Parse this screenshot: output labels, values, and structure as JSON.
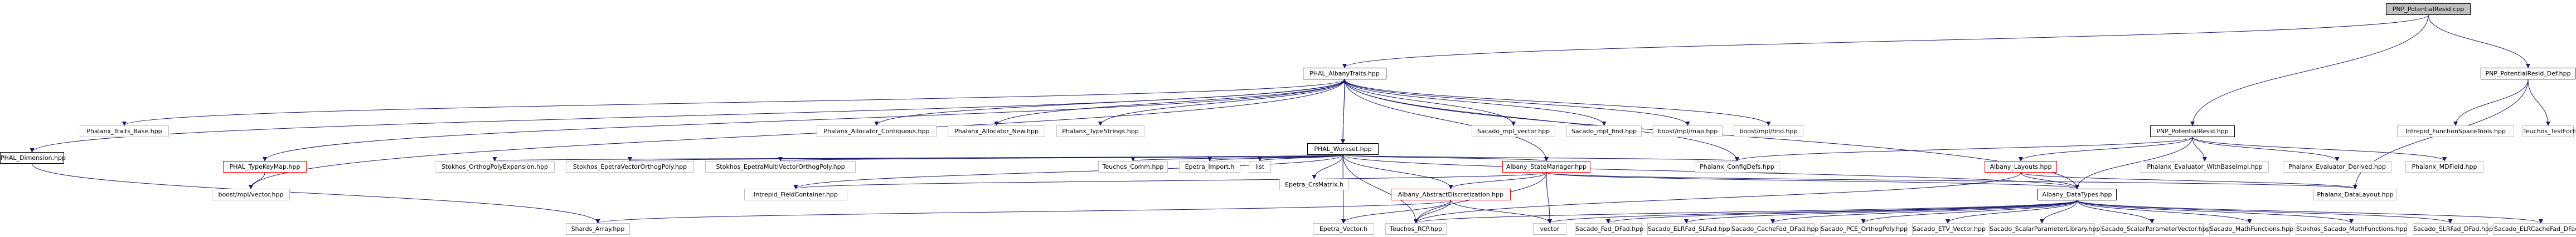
{
  "colors": {
    "edge": "#191970",
    "root_fill": "#bfbfbf",
    "border_documented": "#000000",
    "border_external": "#bfbfbf",
    "border_incomplete": "#ff0000"
  },
  "nodes": [
    {
      "id": "n_pnp_potentialresid_cpp",
      "label": "PNP_PotentialResid.cpp",
      "style": "root"
    },
    {
      "id": "n_phal_albanytraits",
      "label": "PHAL_AlbanyTraits.hpp",
      "style": "black"
    },
    {
      "id": "n_pnp_potentialresid_hpp",
      "label": "PNP_PotentialResid.hpp",
      "style": "black"
    },
    {
      "id": "n_pnp_potentialresid_def",
      "label": "PNP_PotentialResid_Def.hpp",
      "style": "black"
    },
    {
      "id": "n_phalanx_traits_base",
      "label": "Phalanx_Traits_Base.hpp",
      "style": "gray"
    },
    {
      "id": "n_phalanx_allocator_contiguous",
      "label": "Phalanx_Allocator_Contiguous.hpp",
      "style": "gray"
    },
    {
      "id": "n_phalanx_allocator_new",
      "label": "Phalanx_Allocator_New.hpp",
      "style": "gray"
    },
    {
      "id": "n_phalanx_typestrings",
      "label": "Phalanx_TypeStrings.hpp",
      "style": "gray"
    },
    {
      "id": "n_sacado_mpl_vector",
      "label": "Sacado_mpl_vector.hpp",
      "style": "gray"
    },
    {
      "id": "n_sacado_mpl_find",
      "label": "Sacado_mpl_find.hpp",
      "style": "gray"
    },
    {
      "id": "n_boost_mpl_map",
      "label": "boost/mpl/map.hpp",
      "style": "gray"
    },
    {
      "id": "n_boost_mpl_find",
      "label": "boost/mpl/find.hpp",
      "style": "gray"
    },
    {
      "id": "n_intrepid_functionspacetools",
      "label": "Intrepid_FunctionSpaceTools.hpp",
      "style": "gray"
    },
    {
      "id": "n_teuchos_testforexception",
      "label": "Teuchos_TestForException.hpp",
      "style": "gray"
    },
    {
      "id": "n_phal_workset",
      "label": "PHAL_Workset.hpp",
      "style": "black"
    },
    {
      "id": "n_phal_typekeymap",
      "label": "PHAL_TypeKeyMap.hpp",
      "style": "red"
    },
    {
      "id": "n_stokhos_orthopolyexpansion",
      "label": "Stokhos_OrthogPolyExpansion.hpp",
      "style": "gray"
    },
    {
      "id": "n_stokhos_epetravectororthogpoly",
      "label": "Stokhos_EpetraVectorOrthogPoly.hpp",
      "style": "gray"
    },
    {
      "id": "n_stokhos_epetramultivectororthogpoly",
      "label": "Stokhos_EpetraMultiVectorOrthogPoly.hpp",
      "style": "gray"
    },
    {
      "id": "n_teuchos_comm",
      "label": "Teuchos_Comm.hpp",
      "style": "gray"
    },
    {
      "id": "n_epetra_import",
      "label": "Epetra_Import.h",
      "style": "gray"
    },
    {
      "id": "n_list",
      "label": "list",
      "style": "gray"
    },
    {
      "id": "n_epetra_crsmatrix",
      "label": "Epetra_CrsMatrix.h",
      "style": "gray"
    },
    {
      "id": "n_albany_statemanager",
      "label": "Albany_StateManager.hpp",
      "style": "red"
    },
    {
      "id": "n_phalanx_configdefs",
      "label": "Phalanx_ConfigDefs.hpp",
      "style": "gray"
    },
    {
      "id": "n_albany_layouts",
      "label": "Albany_Layouts.hpp",
      "style": "red"
    },
    {
      "id": "n_phalanx_evaluator_withbaseimpl",
      "label": "Phalanx_Evaluator_WithBaseImpl.hpp",
      "style": "gray"
    },
    {
      "id": "n_phalanx_evaluator_derived",
      "label": "Phalanx_Evaluator_Derived.hpp",
      "style": "gray"
    },
    {
      "id": "n_phalanx_mdfield",
      "label": "Phalanx_MDField.hpp",
      "style": "gray"
    },
    {
      "id": "n_phal_dimension",
      "label": "PHAL_Dimension.hpp",
      "style": "black"
    },
    {
      "id": "n_boost_mpl_vector",
      "label": "boost/mpl/vector.hpp",
      "style": "gray"
    },
    {
      "id": "n_intrepid_fieldcontainer",
      "label": "Intrepid_FieldContainer.hpp",
      "style": "gray"
    },
    {
      "id": "n_albany_abstractdiscretization",
      "label": "Albany_AbstractDiscretization.hpp",
      "style": "red"
    },
    {
      "id": "n_albany_datatypes",
      "label": "Albany_DataTypes.hpp",
      "style": "black"
    },
    {
      "id": "n_phalanx_datalayout",
      "label": "Phalanx_DataLayout.hpp",
      "style": "gray"
    },
    {
      "id": "n_shards_array",
      "label": "Shards_Array.hpp",
      "style": "gray"
    },
    {
      "id": "n_epetra_vector",
      "label": "Epetra_Vector.h",
      "style": "gray"
    },
    {
      "id": "n_teuchos_rcp",
      "label": "Teuchos_RCP.hpp",
      "style": "gray"
    },
    {
      "id": "n_vector",
      "label": "vector",
      "style": "gray"
    },
    {
      "id": "n_sacado_fad_dfad",
      "label": "Sacado_Fad_DFad.hpp",
      "style": "gray"
    },
    {
      "id": "n_sacado_elrfad_slfad",
      "label": "Sacado_ELRFad_SLFad.hpp",
      "style": "gray"
    },
    {
      "id": "n_sacado_cachefad_dfad",
      "label": "Sacado_CacheFad_DFad.hpp",
      "style": "gray"
    },
    {
      "id": "n_sacado_pce_orthogpoly",
      "label": "Sacado_PCE_OrthogPoly.hpp",
      "style": "gray"
    },
    {
      "id": "n_sacado_etv_vector",
      "label": "Sacado_ETV_Vector.hpp",
      "style": "gray"
    },
    {
      "id": "n_sacado_scalarparameterlibrary",
      "label": "Sacado_ScalarParameterLibrary.hpp",
      "style": "gray"
    },
    {
      "id": "n_sacado_scalarparametervector",
      "label": "Sacado_ScalarParameterVector.hpp",
      "style": "gray"
    },
    {
      "id": "n_sacado_mathfunctions",
      "label": "Sacado_MathFunctions.hpp",
      "style": "gray"
    },
    {
      "id": "n_stokhos_sacado_mathfunctions",
      "label": "Stokhos_Sacado_MathFunctions.hpp",
      "style": "gray"
    },
    {
      "id": "n_sacado_slrfad_dfad",
      "label": "Sacado_SLRFad_DFad.hpp",
      "style": "gray"
    },
    {
      "id": "n_sacado_elrcachefad_dfad",
      "label": "Sacado_ELRCacheFad_DFad.hpp",
      "style": "gray"
    }
  ],
  "edges": [
    [
      "n_pnp_potentialresid_cpp",
      "n_phal_albanytraits"
    ],
    [
      "n_pnp_potentialresid_cpp",
      "n_pnp_potentialresid_hpp"
    ],
    [
      "n_pnp_potentialresid_cpp",
      "n_pnp_potentialresid_def"
    ],
    [
      "n_phal_albanytraits",
      "n_phalanx_traits_base"
    ],
    [
      "n_phal_albanytraits",
      "n_phalanx_allocator_contiguous"
    ],
    [
      "n_phal_albanytraits",
      "n_phalanx_allocator_new"
    ],
    [
      "n_phal_albanytraits",
      "n_phalanx_typestrings"
    ],
    [
      "n_phal_albanytraits",
      "n_sacado_mpl_vector"
    ],
    [
      "n_phal_albanytraits",
      "n_sacado_mpl_find"
    ],
    [
      "n_phal_albanytraits",
      "n_boost_mpl_map"
    ],
    [
      "n_phal_albanytraits",
      "n_boost_mpl_find"
    ],
    [
      "n_phal_albanytraits",
      "n_phal_workset"
    ],
    [
      "n_phal_albanytraits",
      "n_phal_typekeymap"
    ],
    [
      "n_phal_albanytraits",
      "n_phal_dimension"
    ],
    [
      "n_phal_albanytraits",
      "n_boost_mpl_vector"
    ],
    [
      "n_phal_albanytraits",
      "n_albany_datatypes"
    ],
    [
      "n_phal_albanytraits",
      "n_phalanx_configdefs"
    ],
    [
      "n_phal_albanytraits",
      "n_albany_statemanager"
    ],
    [
      "n_phal_workset",
      "n_phal_albanytraits"
    ],
    [
      "n_phal_workset",
      "n_stokhos_orthopolyexpansion"
    ],
    [
      "n_phal_workset",
      "n_stokhos_epetravectororthogpoly"
    ],
    [
      "n_phal_workset",
      "n_stokhos_epetramultivectororthogpoly"
    ],
    [
      "n_phal_workset",
      "n_teuchos_comm"
    ],
    [
      "n_phal_workset",
      "n_epetra_import"
    ],
    [
      "n_phal_workset",
      "n_list"
    ],
    [
      "n_phal_workset",
      "n_epetra_crsmatrix"
    ],
    [
      "n_phal_workset",
      "n_albany_statemanager"
    ],
    [
      "n_phal_workset",
      "n_albany_abstractdiscretization"
    ],
    [
      "n_phal_workset",
      "n_intrepid_fieldcontainer"
    ],
    [
      "n_phal_workset",
      "n_albany_datatypes"
    ],
    [
      "n_phal_workset",
      "n_teuchos_rcp"
    ],
    [
      "n_phal_workset",
      "n_epetra_vector"
    ],
    [
      "n_phal_workset",
      "n_phalanx_configdefs"
    ],
    [
      "n_phal_typekeymap",
      "n_boost_mpl_vector"
    ],
    [
      "n_phal_dimension",
      "n_shards_array"
    ],
    [
      "n_pnp_potentialresid_hpp",
      "n_phalanx_configdefs"
    ],
    [
      "n_pnp_potentialresid_hpp",
      "n_albany_layouts"
    ],
    [
      "n_pnp_potentialresid_hpp",
      "n_phalanx_evaluator_withbaseimpl"
    ],
    [
      "n_pnp_potentialresid_hpp",
      "n_phalanx_evaluator_derived"
    ],
    [
      "n_pnp_potentialresid_hpp",
      "n_phalanx_mdfield"
    ],
    [
      "n_pnp_potentialresid_hpp",
      "n_albany_datatypes"
    ],
    [
      "n_pnp_potentialresid_def",
      "n_intrepid_functionspacetools"
    ],
    [
      "n_pnp_potentialresid_def",
      "n_teuchos_testforexception"
    ],
    [
      "n_pnp_potentialresid_def",
      "n_phalanx_datalayout"
    ],
    [
      "n_albany_layouts",
      "n_albany_datatypes"
    ],
    [
      "n_albany_layouts",
      "n_phalanx_datalayout"
    ],
    [
      "n_albany_layouts",
      "n_teuchos_rcp"
    ],
    [
      "n_albany_statemanager",
      "n_intrepid_fieldcontainer"
    ],
    [
      "n_albany_statemanager",
      "n_albany_abstractdiscretization"
    ],
    [
      "n_albany_statemanager",
      "n_albany_datatypes"
    ],
    [
      "n_albany_statemanager",
      "n_phalanx_datalayout"
    ],
    [
      "n_albany_statemanager",
      "n_teuchos_rcp"
    ],
    [
      "n_albany_statemanager",
      "n_vector"
    ],
    [
      "n_albany_abstractdiscretization",
      "n_shards_array"
    ],
    [
      "n_albany_abstractdiscretization",
      "n_epetra_vector"
    ],
    [
      "n_albany_abstractdiscretization",
      "n_teuchos_rcp"
    ],
    [
      "n_albany_abstractdiscretization",
      "n_vector"
    ],
    [
      "n_albany_datatypes",
      "n_teuchos_rcp"
    ],
    [
      "n_albany_datatypes",
      "n_vector"
    ],
    [
      "n_albany_datatypes",
      "n_sacado_fad_dfad"
    ],
    [
      "n_albany_datatypes",
      "n_sacado_elrfad_slfad"
    ],
    [
      "n_albany_datatypes",
      "n_sacado_cachefad_dfad"
    ],
    [
      "n_albany_datatypes",
      "n_sacado_pce_orthogpoly"
    ],
    [
      "n_albany_datatypes",
      "n_sacado_etv_vector"
    ],
    [
      "n_albany_datatypes",
      "n_sacado_scalarparameterlibrary"
    ],
    [
      "n_albany_datatypes",
      "n_sacado_scalarparametervector"
    ],
    [
      "n_albany_datatypes",
      "n_sacado_mathfunctions"
    ],
    [
      "n_albany_datatypes",
      "n_stokhos_sacado_mathfunctions"
    ],
    [
      "n_albany_datatypes",
      "n_sacado_slrfad_dfad"
    ],
    [
      "n_albany_datatypes",
      "n_sacado_elrcachefad_dfad"
    ]
  ]
}
